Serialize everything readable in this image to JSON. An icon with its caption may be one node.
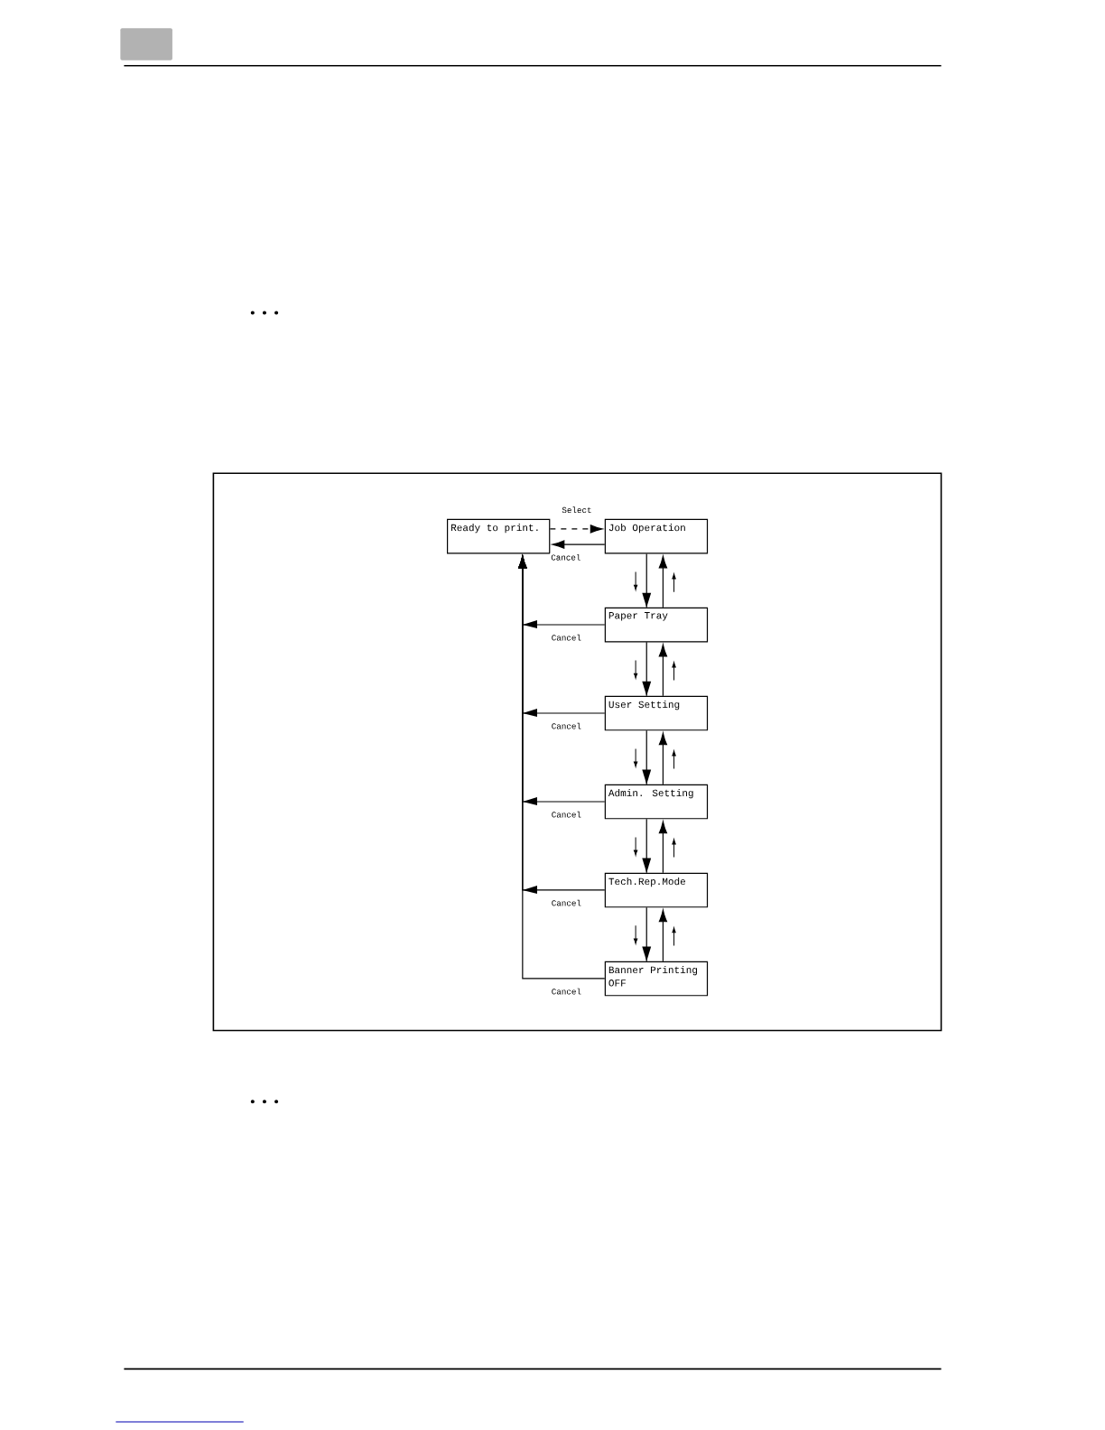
{
  "diagram": {
    "nodes": [
      {
        "text": [
          "Ready to print."
        ]
      },
      {
        "text": [
          "Job Operation"
        ]
      },
      {
        "text": [
          "Paper Tray"
        ]
      },
      {
        "text": [
          "User Setting"
        ]
      },
      {
        "text": [
          "Admin. Setting"
        ]
      },
      {
        "text": [
          "Tech.Rep.Mode"
        ]
      },
      {
        "text": [
          "Banner Printing OFF"
        ]
      }
    ],
    "edges": [
      {
        "from": 0,
        "to": 1,
        "arrow": "to",
        "style": "dashed",
        "label": "Select"
      },
      {
        "from": 1,
        "to": 0,
        "arrow": "to",
        "label": "Cancel"
      },
      {
        "from": 1,
        "to": 2,
        "arrow": "to"
      },
      {
        "from": 2,
        "to": 1,
        "arrow": "to"
      },
      {
        "from": 2,
        "to": 0,
        "arrow": "to",
        "label": "Cancel"
      },
      {
        "from": 2,
        "to": 3,
        "arrow": "to"
      },
      {
        "from": 3,
        "to": 2,
        "arrow": "to"
      },
      {
        "from": 3,
        "to": 0,
        "arrow": "to",
        "label": "Cancel"
      },
      {
        "from": 3,
        "to": 4,
        "arrow": "to"
      },
      {
        "from": 4,
        "to": 3,
        "arrow": "to"
      },
      {
        "from": 4,
        "to": 0,
        "arrow": "to",
        "label": "Cancel"
      },
      {
        "from": 4,
        "to": 5,
        "arrow": "to"
      },
      {
        "from": 5,
        "to": 4,
        "arrow": "to"
      },
      {
        "from": 5,
        "to": 0,
        "arrow": "to",
        "label": "Cancel"
      },
      {
        "from": 5,
        "to": 6,
        "arrow": "to"
      },
      {
        "from": 6,
        "to": 5,
        "arrow": "to"
      },
      {
        "from": 6,
        "to": 0,
        "arrow": "to",
        "label": "Cancel"
      }
    ]
  }
}
